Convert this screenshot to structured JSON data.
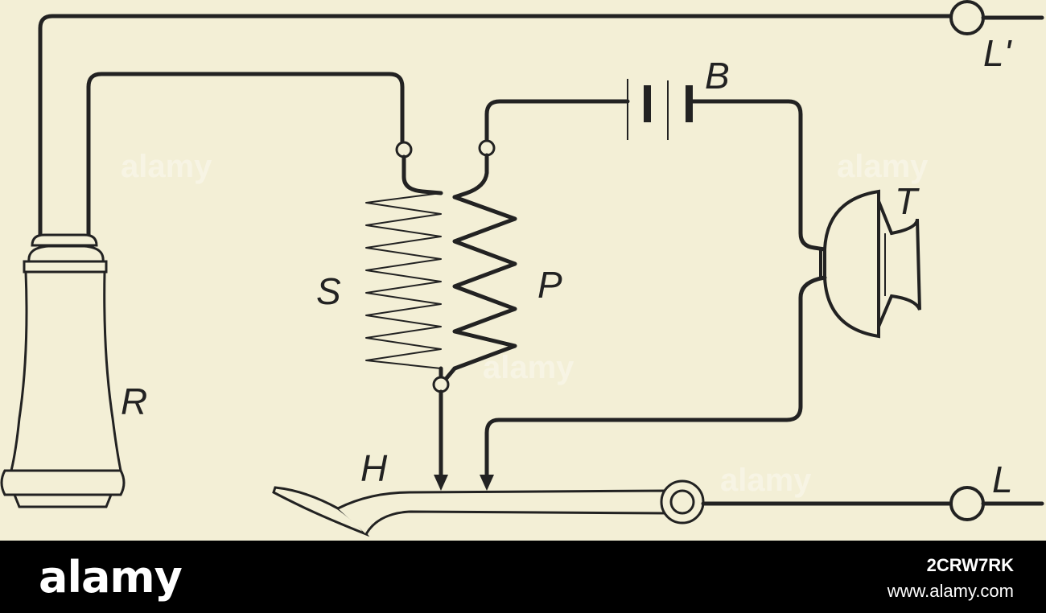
{
  "diagram": {
    "labels": {
      "L_prime": "L'",
      "L": "L",
      "B": "B",
      "T": "T",
      "S": "S",
      "P": "P",
      "R": "R",
      "H": "H"
    }
  },
  "watermark": {
    "text": "alamy"
  },
  "footer": {
    "logo": "alamy",
    "image_id": "2CRW7RK",
    "site": "www.alamy.com"
  }
}
